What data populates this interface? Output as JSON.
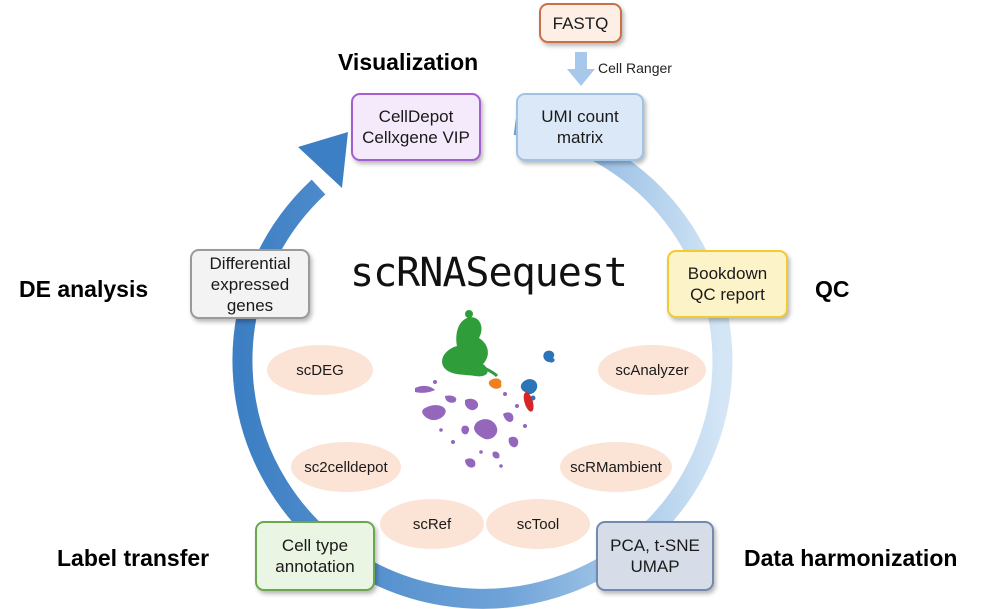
{
  "title": "scRNASequest",
  "input": {
    "fastq": "FASTQ",
    "cell_ranger": "Cell Ranger"
  },
  "steps": {
    "umi": [
      "UMI count",
      "matrix"
    ],
    "qc": [
      "Bookdown",
      "QC report"
    ],
    "harmonization": [
      "PCA, t-SNE",
      "UMAP"
    ],
    "annotation": [
      "Cell type",
      "annotation"
    ],
    "de": [
      "Differential",
      "expressed",
      "genes"
    ],
    "visualization": [
      "CellDepot",
      "Cellxgene VIP"
    ]
  },
  "stages": {
    "visualization": "Visualization",
    "qc": "QC",
    "data_harmonization": "Data harmonization",
    "label_transfer": "Label transfer",
    "de_analysis": "DE analysis"
  },
  "tools": [
    "scDEG",
    "sc2celldepot",
    "scRef",
    "scTool",
    "scRMambient",
    "scAnalyzer"
  ],
  "colors": {
    "ring_start": "#3d7fc4",
    "ring_end": "#d4e6f6",
    "fastq": "#c9704a",
    "umi": "#9fc3e6",
    "qc": "#f1cb2f",
    "harmonization": "#7588ad",
    "annotation": "#6aa84f",
    "de": "#9a9a9a",
    "visualization": "#a55ed2",
    "tool_fill": "#fbe3d6"
  },
  "umap_clusters": [
    {
      "name": "green",
      "color": "#2f9e3a"
    },
    {
      "name": "orange",
      "color": "#f07f20"
    },
    {
      "name": "blue",
      "color": "#2b74b8"
    },
    {
      "name": "red",
      "color": "#d62728"
    },
    {
      "name": "purple",
      "color": "#9467bd"
    }
  ]
}
